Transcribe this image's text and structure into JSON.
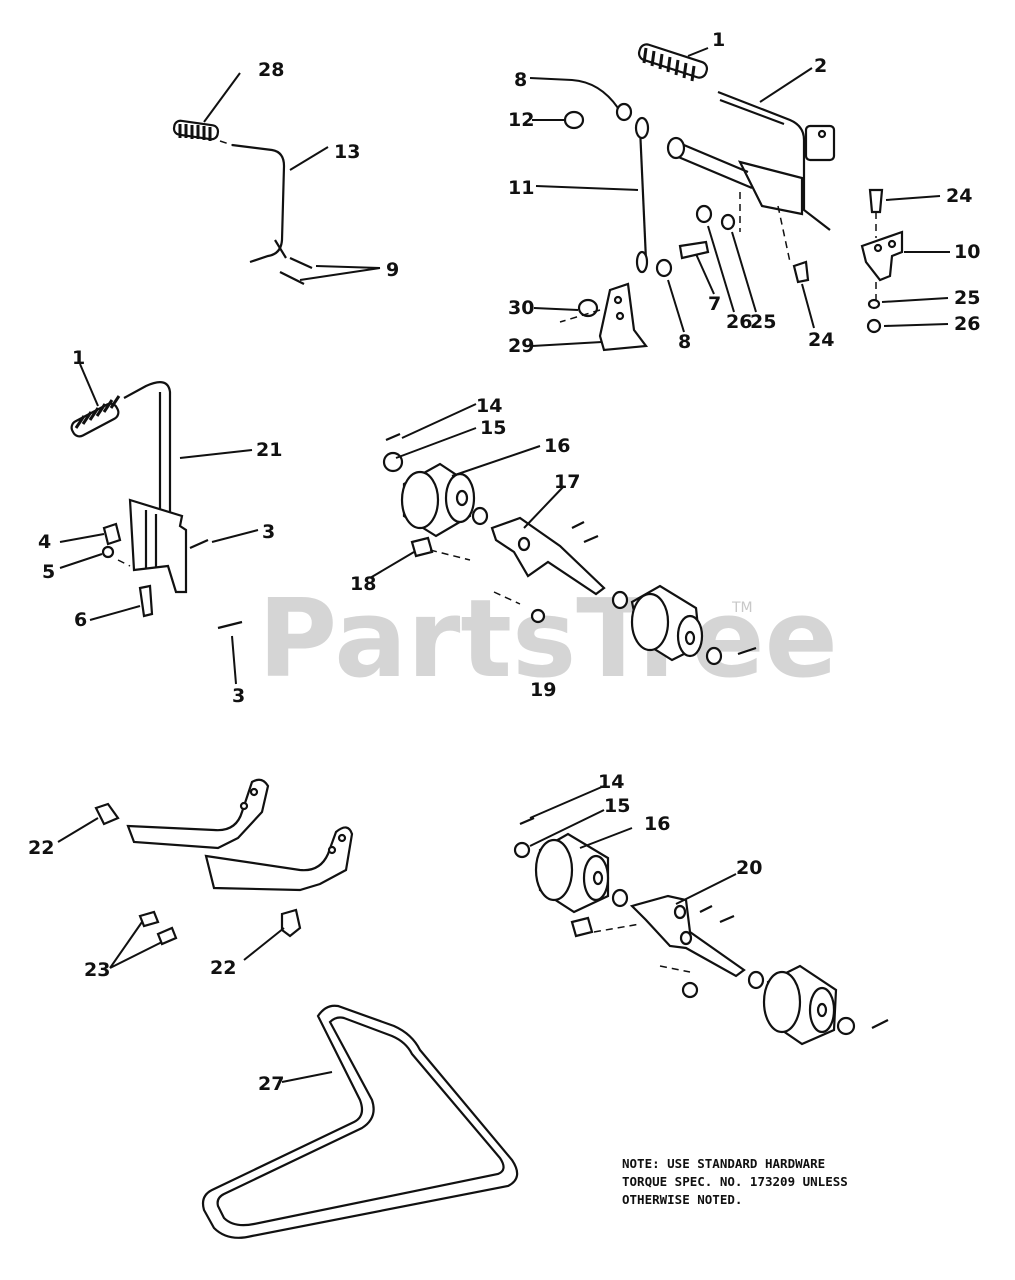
{
  "labels": {
    "n1": "1",
    "n2": "2",
    "n3": "3",
    "n4": "4",
    "n5": "5",
    "n6": "6",
    "n7": "7",
    "n8": "8",
    "n9": "9",
    "n10": "10",
    "n11": "11",
    "n12": "12",
    "n13": "13",
    "n14": "14",
    "n15": "15",
    "n16": "16",
    "n17": "17",
    "n18": "18",
    "n19": "19",
    "n20": "20",
    "n21": "21",
    "n22": "22",
    "n23": "23",
    "n24": "24",
    "n25": "25",
    "n26": "26",
    "n27": "27",
    "n28": "28",
    "n29": "29",
    "n30": "30"
  },
  "watermark": {
    "text": "PartsTree",
    "trademark": "TM"
  },
  "note": {
    "line1": "NOTE: USE STANDARD HARDWARE",
    "line2": "TORQUE SPEC. NO. 173209 UNLESS",
    "line3": "OTHERWISE NOTED."
  }
}
